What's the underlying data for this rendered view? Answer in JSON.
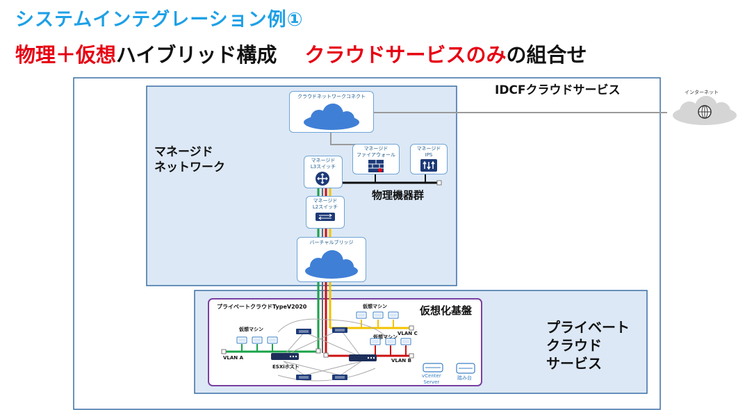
{
  "title": {
    "line1": "システムインテグレーション例①",
    "line2_red1": "物理＋仮想",
    "line2_dark1": "ハイブリッド構成",
    "line2_red2": "クラウドサービスのみ",
    "line2_dark2": "の組合せ"
  },
  "colors": {
    "title_blue": "#1ea0e6",
    "emphasis_red": "#e60012",
    "panel_fill": "#dce8f5",
    "panel_border": "#3a6ea5",
    "virtual_border": "#7a3fa0",
    "cloud_blue": "#3f7fd6",
    "line_green": "#1aa34a",
    "line_red": "#cc1111",
    "line_yellow": "#f2c200",
    "line_black": "#111111"
  },
  "labels": {
    "idcf": "IDCFクラウドサービス",
    "internet": "インターネット",
    "managed_network_l1": "マネージド",
    "managed_network_l2": "ネットワーク",
    "physical_group": "物理機器群",
    "virtualization": "仮想化基盤",
    "private_cloud_l1": "プライベート",
    "private_cloud_l2": "クラウド",
    "private_cloud_l3": "サービス",
    "private_cloud_type": "プライベートクラウドTypeV2020"
  },
  "components": {
    "cloud_connect": "クラウドネットワークコネクト",
    "firewall_l1": "マネージド",
    "firewall_l2": "ファイアウォール",
    "ips_l1": "マネージド",
    "ips_l2": "IPS",
    "l3_l1": "マネージド",
    "l3_l2": "L3スイッチ",
    "l2_l1": "マネージド",
    "l2_l2": "L2スイッチ",
    "virtual_bridge": "バーチャルブリッジ",
    "vm_a": "仮想マシン",
    "vm_b": "仮想マシン",
    "vm_c": "仮想マシン",
    "vlan_a": "VLAN A",
    "vlan_b": "VLAN B",
    "vlan_c": "VLAN C",
    "esxi": "ESXiホスト",
    "vcenter_l1": "vCenter",
    "vcenter_l2": "Server",
    "stepping": "踏み台"
  },
  "icons": {
    "cloud": "cloud-icon",
    "globe": "globe-icon",
    "firewall": "firewall-icon",
    "ips": "ips-icon",
    "l3switch": "router-icon",
    "l2switch": "switch-icon",
    "vm": "vm-icon",
    "server": "server-icon"
  }
}
